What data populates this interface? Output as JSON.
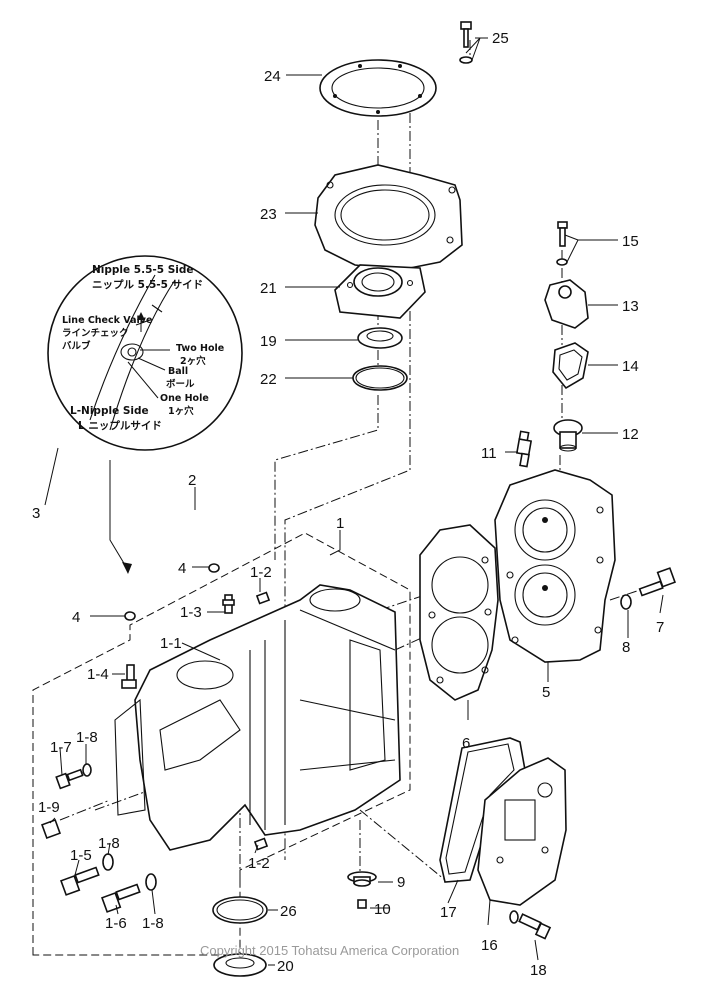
{
  "inset": {
    "nipple_side_en": "Nipple 5.5-5 Side",
    "nipple_side_jp": "ニップル 5.5-5 サイド",
    "check_valve_en": "Line Check Valve",
    "check_valve_jp1": "ラインチェック",
    "check_valve_jp2": "バルブ",
    "two_hole_en": "Two Hole",
    "two_hole_jp": "2ヶ穴",
    "ball_en": "Ball",
    "ball_jp": "ボール",
    "one_hole_en": "One Hole",
    "one_hole_jp": "1ヶ穴",
    "l_nipple_en": "L-Nipple Side",
    "l_nipple_jp": "L ニップルサイド"
  },
  "labels": {
    "p1": "1",
    "p1_1": "1-1",
    "p1_2a": "1-2",
    "p1_2b": "1-2",
    "p1_3": "1-3",
    "p1_4": "1-4",
    "p1_5": "1-5",
    "p1_6": "1-6",
    "p1_7": "1-7",
    "p1_8a": "1-8",
    "p1_8b": "1-8",
    "p1_8c": "1-8",
    "p1_9": "1-9",
    "p2": "2",
    "p3": "3",
    "p4a": "4",
    "p4b": "4",
    "p5": "5",
    "p6": "6",
    "p7": "7",
    "p8": "8",
    "p9": "9",
    "p10": "10",
    "p11": "11",
    "p12": "12",
    "p13": "13",
    "p14": "14",
    "p15": "15",
    "p16": "16",
    "p17": "17",
    "p18": "18",
    "p19": "19",
    "p20": "20",
    "p21": "21",
    "p22": "22",
    "p23": "23",
    "p24": "24",
    "p25": "25",
    "p26": "26"
  },
  "copyright": "Copyright 2015 Tohatsu America Corporation"
}
